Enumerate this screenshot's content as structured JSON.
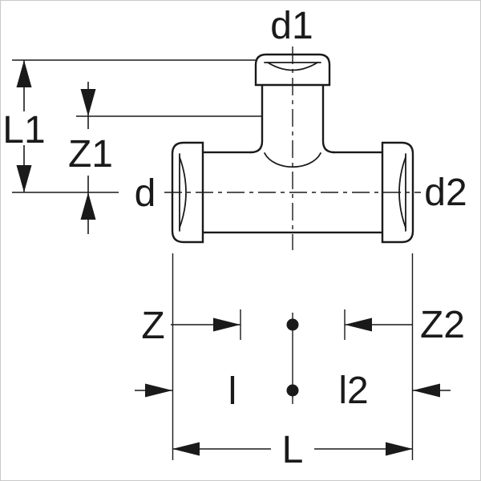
{
  "labels": {
    "d1": "d1",
    "L1": "L1",
    "Z1": "Z1",
    "d": "d",
    "d2": "d2",
    "Z": "Z",
    "Z2": "Z2",
    "l": "l",
    "l2": "l2",
    "L": "L"
  },
  "colors": {
    "ink": "#1a1a1a",
    "background": "#ffffff",
    "border": "#c9c9c9"
  }
}
